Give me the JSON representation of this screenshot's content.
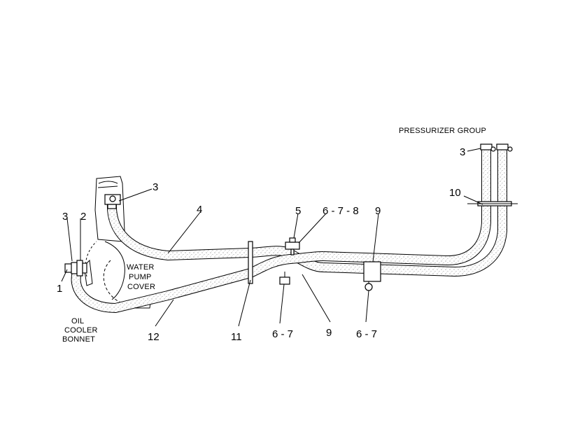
{
  "captions": {
    "pressurizer_group": "PRESSURIZER GROUP",
    "water_pump_cover": [
      "WATER",
      "PUMP",
      "COVER"
    ],
    "oil_cooler_bonnet": [
      "OIL",
      "COOLER",
      "BONNET"
    ]
  },
  "callouts": {
    "c1": "1",
    "c2": "2",
    "c3_left": "3",
    "c3_top": "3",
    "c3_right": "3",
    "c4": "4",
    "c5": "5",
    "c678": "6 - 7 - 8",
    "c9_top": "9",
    "c9_bottom": "9",
    "c10": "10",
    "c11": "11",
    "c12": "12",
    "c67_left": "6 - 7",
    "c67_right": "6 - 7"
  },
  "colors": {
    "line": "#000000",
    "hose_fill": "#e4e4e4",
    "background": "#ffffff"
  }
}
